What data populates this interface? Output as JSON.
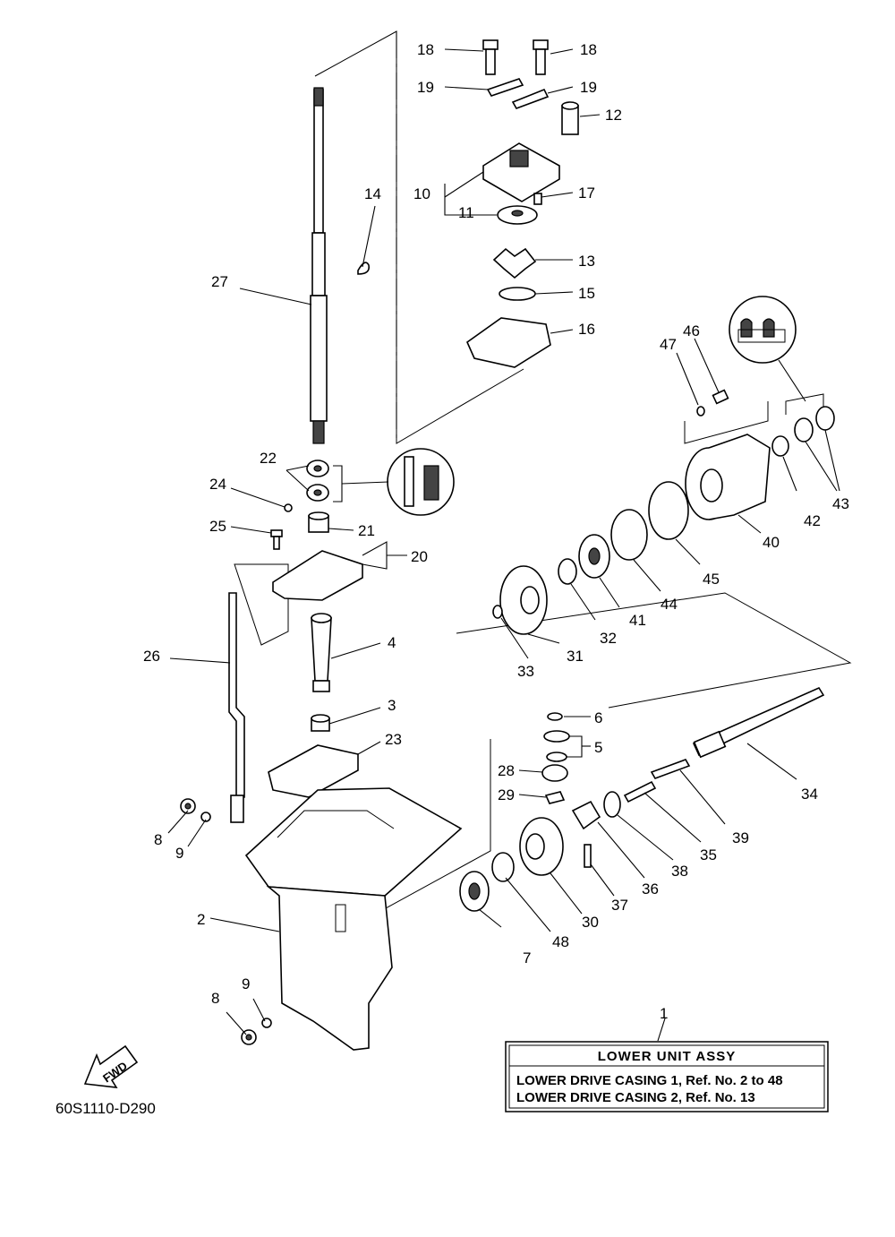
{
  "drawing_code": "60S1110-D290",
  "direction_label": "FWD",
  "legend": {
    "title": "LOWER UNIT ASSY",
    "lines": [
      "LOWER DRIVE CASING 1, Ref. No. 2 to 48",
      "LOWER DRIVE CASING 2, Ref. No. 13"
    ]
  },
  "callouts": [
    "1",
    "2",
    "3",
    "4",
    "5",
    "6",
    "7",
    "8",
    "8",
    "9",
    "9",
    "10",
    "11",
    "12",
    "13",
    "14",
    "15",
    "16",
    "17",
    "18",
    "18",
    "19",
    "19",
    "20",
    "21",
    "22",
    "23",
    "24",
    "25",
    "26",
    "27",
    "28",
    "29",
    "30",
    "31",
    "32",
    "33",
    "34",
    "35",
    "36",
    "37",
    "38",
    "39",
    "40",
    "41",
    "42",
    "43",
    "44",
    "45",
    "46",
    "47",
    "48"
  ]
}
